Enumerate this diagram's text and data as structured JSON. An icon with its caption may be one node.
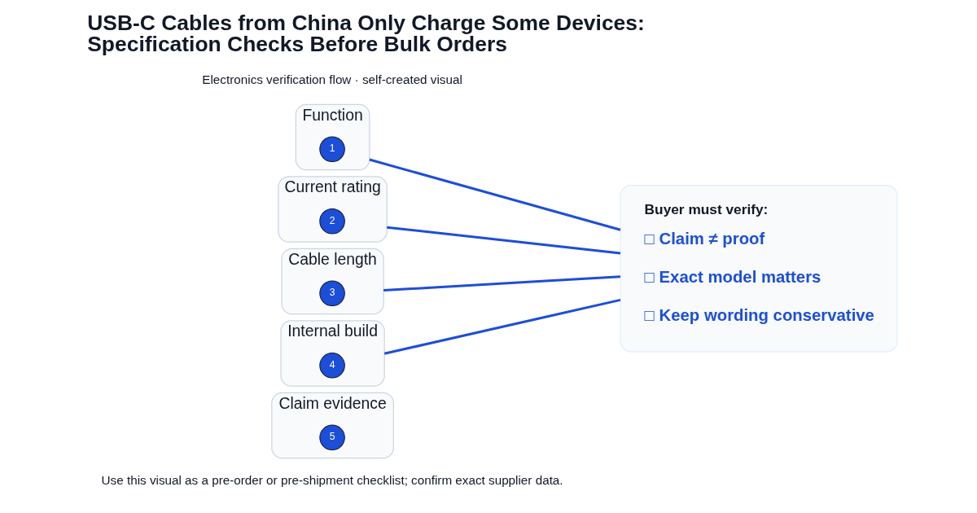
{
  "diagram": {
    "title": "USB-C Cables from China Only Charge Some Devices: Specification Checks Before Bulk Orders",
    "caption": "Use this visual as a pre-order or pre-shipment checklist; confirm exact supplier data.",
    "nodes": [
      {
        "text": [
          "Function"
        ]
      },
      {
        "text": [
          "1"
        ],
        "in": 0
      },
      {
        "text": [
          "Current rating"
        ]
      },
      {
        "text": [
          "2"
        ],
        "in": 2
      },
      {
        "text": [
          "Cable length"
        ]
      },
      {
        "text": [
          "3"
        ],
        "in": 4
      },
      {
        "text": [
          "Internal build"
        ]
      },
      {
        "text": [
          "4"
        ],
        "in": 6
      },
      {
        "text": [
          "Claim evidence"
        ]
      },
      {
        "text": [
          "5"
        ],
        "in": 8
      },
      {
        "text": [
          "Buyer must verify:",
          "□ Claim ≠ proof",
          "□ Exact model matters",
          "□ Keep wording conservative"
        ]
      }
    ],
    "edges": [
      {
        "from": 0,
        "to": 10,
        "arrow": "none"
      },
      {
        "from": 2,
        "to": 10,
        "arrow": "none"
      },
      {
        "from": 4,
        "to": 10,
        "arrow": "none"
      },
      {
        "from": 6,
        "to": 10,
        "arrow": "none"
      }
    ],
    "labels": [
      "Electronics verification flow · self-created visual"
    ]
  }
}
